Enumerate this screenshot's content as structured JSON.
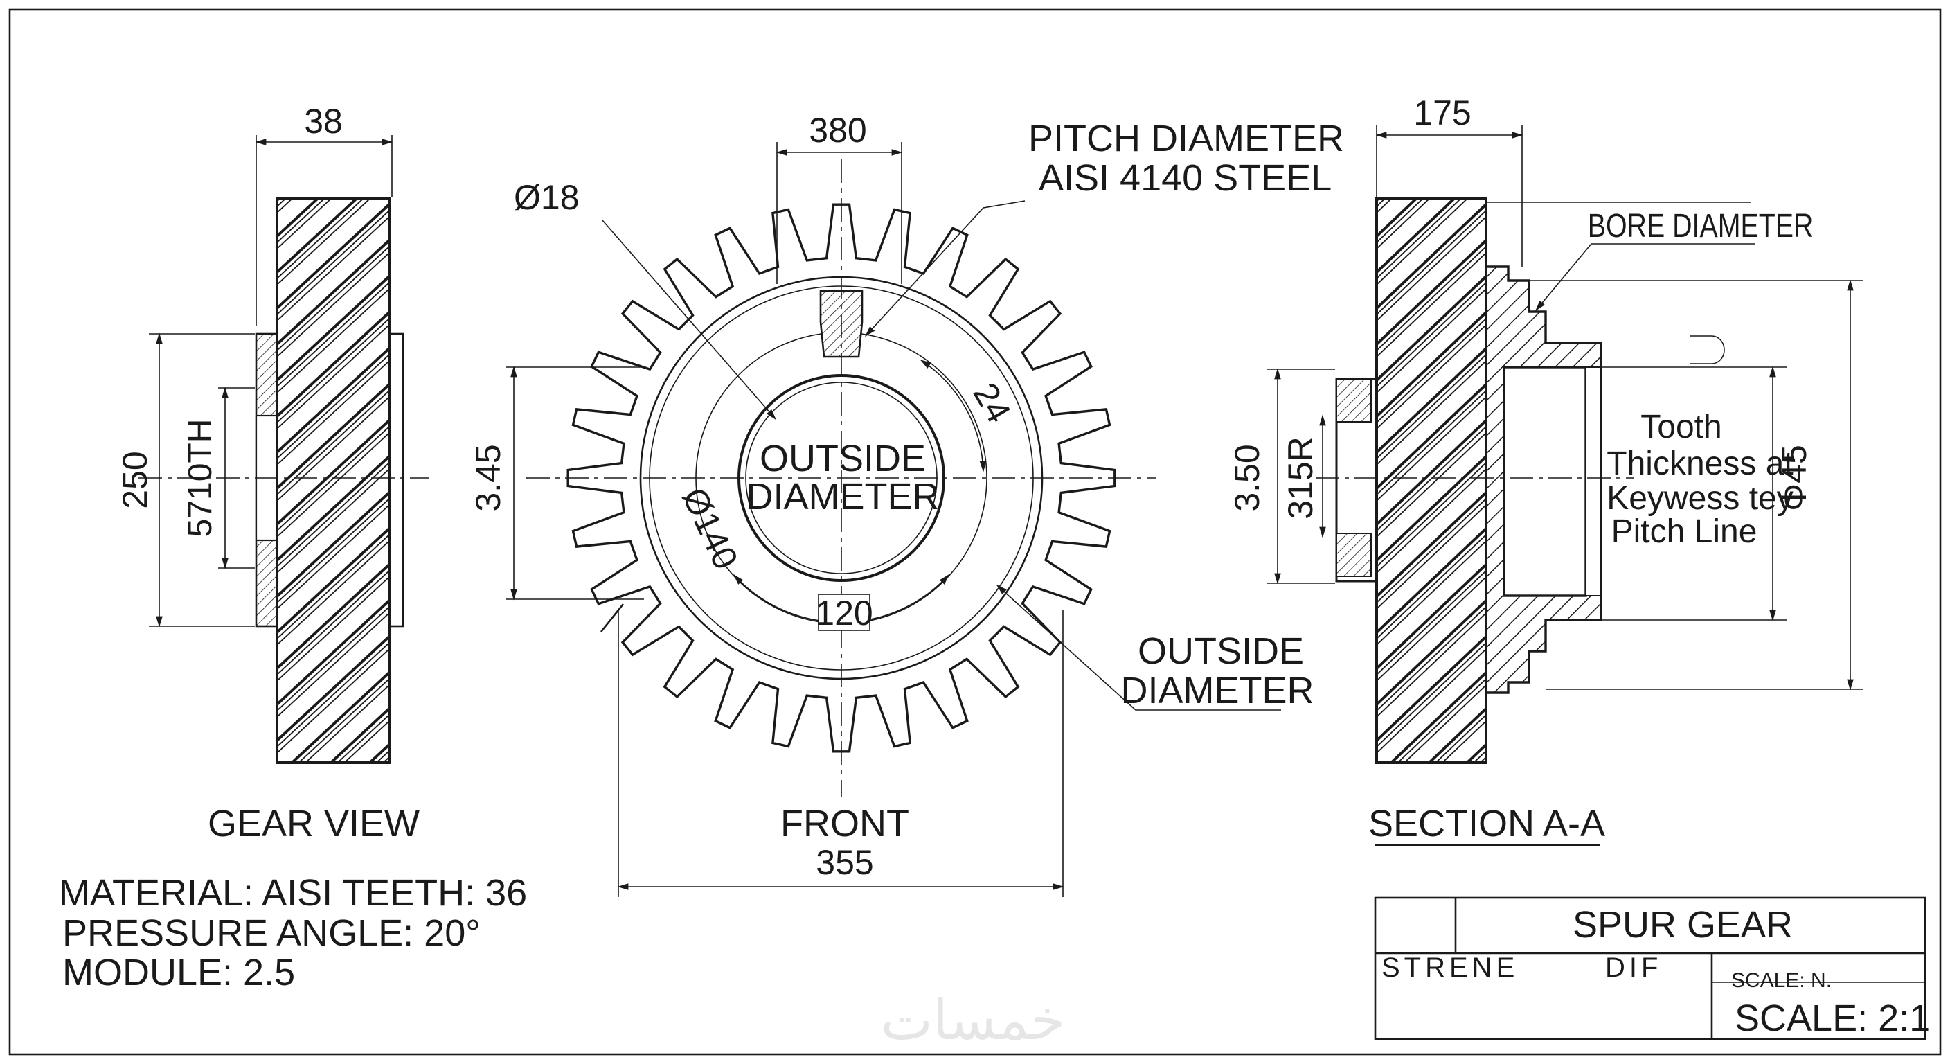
{
  "drawing": {
    "views": {
      "gear_view": "GEAR VIEW",
      "front": "FRONT",
      "section": "SECTION A-A"
    },
    "dimensions": {
      "gear_width": "38",
      "gear_height": "250",
      "tooth_note": "5710TH",
      "top_380": "380",
      "dia_18": "Ø18",
      "dia_140": "Ø140",
      "bore_120": "120",
      "side_345": "3.45",
      "dim_24": "24",
      "bottom_355": "355",
      "section_width": "175",
      "section_350": "3.50",
      "section_315r": "315R",
      "dia_45": "Φ45"
    },
    "callouts": {
      "pitch_line1": "PITCH DIAMETER",
      "pitch_line2": "AISI 4140 STEEL",
      "center_line1": "OUTSIDE",
      "center_line2": "DIAMETER",
      "outside_line1": "OUTSIDE",
      "outside_line2": "DIAMETER",
      "bore": "BORE DIAMETER",
      "tooth1": "Tooth",
      "tooth2": "Thickness at",
      "tooth3": "Keywess tey",
      "tooth4": "Pitch Line"
    },
    "notes": {
      "material": "MATERIAL: AISI TEETH: 36",
      "pressure": "PRESSURE ANGLE: 20°",
      "module": "MODULE: 2.5"
    },
    "title_block": {
      "title": "SPUR GEAR",
      "field1": "STRENE",
      "field2": "DIF",
      "scale_small": "SCALE: N.",
      "scale": "SCALE: 2:1"
    },
    "watermark": "خمسات"
  }
}
